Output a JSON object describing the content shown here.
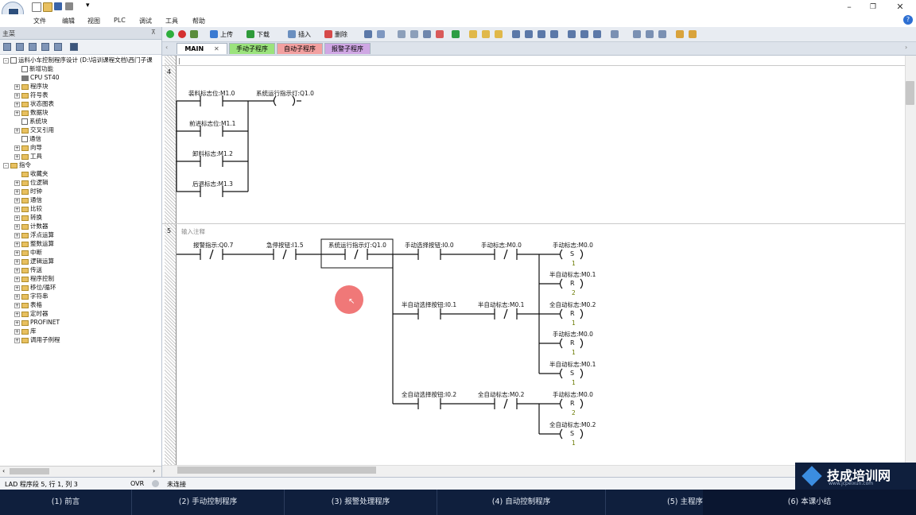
{
  "menu": [
    "文件",
    "编辑",
    "视图",
    "PLC",
    "调试",
    "工具",
    "帮助"
  ],
  "toolbar": {
    "upload": "上传",
    "download": "下载",
    "insert": "插入",
    "delete": "删除"
  },
  "panel_header": "主菜",
  "tree": [
    {
      "label": "运料小车控制程序设计 (D:\\培训课程文档\\西门子课",
      "type": "doc",
      "indent": 0,
      "exp": "-"
    },
    {
      "label": "新增功能",
      "type": "doc",
      "indent": 1,
      "exp": ""
    },
    {
      "label": "CPU ST40",
      "type": "cpu",
      "indent": 1,
      "exp": ""
    },
    {
      "label": "程序块",
      "type": "folder",
      "indent": 1,
      "exp": "+"
    },
    {
      "label": "符号表",
      "type": "folder",
      "indent": 1,
      "exp": "+"
    },
    {
      "label": "状态图表",
      "type": "folder",
      "indent": 1,
      "exp": "+"
    },
    {
      "label": "数据块",
      "type": "folder",
      "indent": 1,
      "exp": "+"
    },
    {
      "label": "系统块",
      "type": "doc",
      "indent": 1,
      "exp": ""
    },
    {
      "label": "交叉引用",
      "type": "folder",
      "indent": 1,
      "exp": "+"
    },
    {
      "label": "通信",
      "type": "doc",
      "indent": 1,
      "exp": ""
    },
    {
      "label": "向导",
      "type": "folder",
      "indent": 1,
      "exp": "+"
    },
    {
      "label": "工具",
      "type": "folder",
      "indent": 1,
      "exp": "+"
    },
    {
      "label": "指令",
      "type": "folder",
      "indent": 0,
      "exp": "-"
    },
    {
      "label": "收藏夹",
      "type": "folder",
      "indent": 1,
      "exp": ""
    },
    {
      "label": "位逻辑",
      "type": "folder",
      "indent": 1,
      "exp": "+"
    },
    {
      "label": "时钟",
      "type": "folder",
      "indent": 1,
      "exp": "+"
    },
    {
      "label": "通信",
      "type": "folder",
      "indent": 1,
      "exp": "+"
    },
    {
      "label": "比较",
      "type": "folder",
      "indent": 1,
      "exp": "+"
    },
    {
      "label": "转换",
      "type": "folder",
      "indent": 1,
      "exp": "+"
    },
    {
      "label": "计数器",
      "type": "folder",
      "indent": 1,
      "exp": "+"
    },
    {
      "label": "浮点运算",
      "type": "folder",
      "indent": 1,
      "exp": "+"
    },
    {
      "label": "整数运算",
      "type": "folder",
      "indent": 1,
      "exp": "+"
    },
    {
      "label": "中断",
      "type": "folder",
      "indent": 1,
      "exp": "+"
    },
    {
      "label": "逻辑运算",
      "type": "folder",
      "indent": 1,
      "exp": "+"
    },
    {
      "label": "传送",
      "type": "folder",
      "indent": 1,
      "exp": "+"
    },
    {
      "label": "程序控制",
      "type": "folder",
      "indent": 1,
      "exp": "+"
    },
    {
      "label": "移位/循环",
      "type": "folder",
      "indent": 1,
      "exp": "+"
    },
    {
      "label": "字符串",
      "type": "folder",
      "indent": 1,
      "exp": "+"
    },
    {
      "label": "表格",
      "type": "folder",
      "indent": 1,
      "exp": "+"
    },
    {
      "label": "定时器",
      "type": "folder",
      "indent": 1,
      "exp": "+"
    },
    {
      "label": "PROFINET",
      "type": "folder",
      "indent": 1,
      "exp": "+"
    },
    {
      "label": "库",
      "type": "folder",
      "indent": 1,
      "exp": "+"
    },
    {
      "label": "调用子例程",
      "type": "folder",
      "indent": 1,
      "exp": "+"
    }
  ],
  "tabs": [
    {
      "label": "MAIN",
      "color": "#ffffff"
    },
    {
      "label": "手动子程序",
      "color": "#9be37c"
    },
    {
      "label": "自动子程序",
      "color": "#f2a0a0"
    },
    {
      "label": "报警子程序",
      "color": "#cfa7e4"
    }
  ],
  "network4": {
    "num": "4",
    "contacts": [
      "装料标志位:M1.0",
      "前进标志位:M1.1",
      "卸料标志:M1.2",
      "后退标志:M1.3"
    ],
    "coil": "系统运行指示灯:Q1.0"
  },
  "network5": {
    "num": "5",
    "comment": "输入注释",
    "row1_contacts": [
      "报警指示:Q0.7",
      "急停按钮:I1.5",
      "系统运行指示灯:Q1.0",
      "手动选择按钮:I0.0",
      "手动标志:M0.0"
    ],
    "row2_contacts": [
      "半自动选择按钮:I0.1",
      "半自动标志:M0.1"
    ],
    "row3_contacts": [
      "全自动选择按钮:I0.2",
      "全自动标志:M0.2"
    ],
    "coils": [
      {
        "label": "手动标志:M0.0",
        "op": "S",
        "n": "1"
      },
      {
        "label": "半自动标志:M0.1",
        "op": "R",
        "n": "2"
      },
      {
        "label": "全自动标志:M0.2",
        "op": "R",
        "n": "1"
      },
      {
        "label": "手动标志:M0.0",
        "op": "R",
        "n": "1"
      },
      {
        "label": "半自动标志:M0.1",
        "op": "S",
        "n": "1"
      },
      {
        "label": "手动标志:M0.0",
        "op": "R",
        "n": "2"
      },
      {
        "label": "全自动标志:M0.2",
        "op": "S",
        "n": "1"
      }
    ],
    "neg": "/"
  },
  "status": {
    "position": "LAD 程序段 5, 行 1, 列 3",
    "mode": "OVR",
    "conn": "未连接"
  },
  "logo": {
    "name": "技成培训网",
    "url": "www.jcpeixun.com"
  },
  "bottom_nav": [
    "(1) 前言",
    "(2) 手动控制程序",
    "(3) 报警处理程序",
    "(4) 自动控制程序",
    "(5) 主程序",
    "(6) 本课小结"
  ]
}
